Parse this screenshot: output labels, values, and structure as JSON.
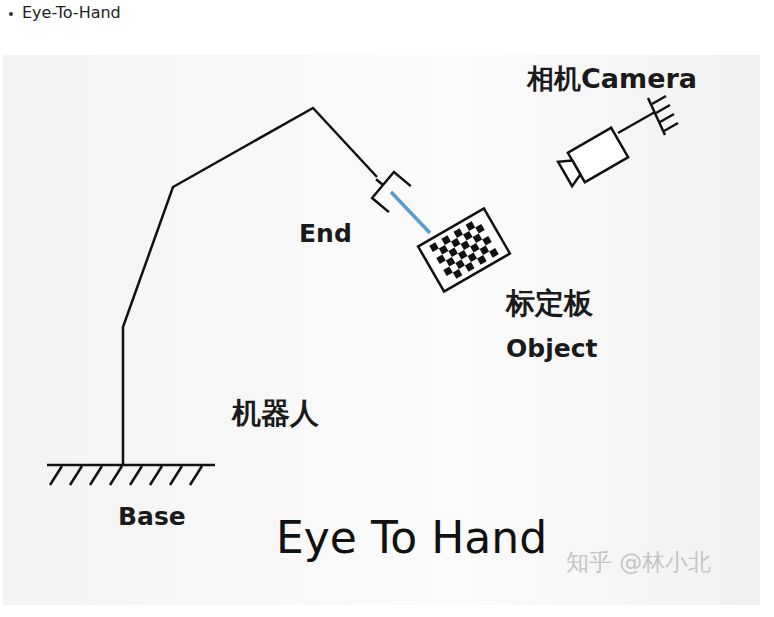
{
  "diagram": {
    "title": "Eye-To-Hand",
    "caption": "Eye To Hand",
    "labels": [
      "相机Camera",
      "End",
      "标定板",
      "Object",
      "机器人",
      "Base",
      "知乎 @林小北"
    ]
  }
}
